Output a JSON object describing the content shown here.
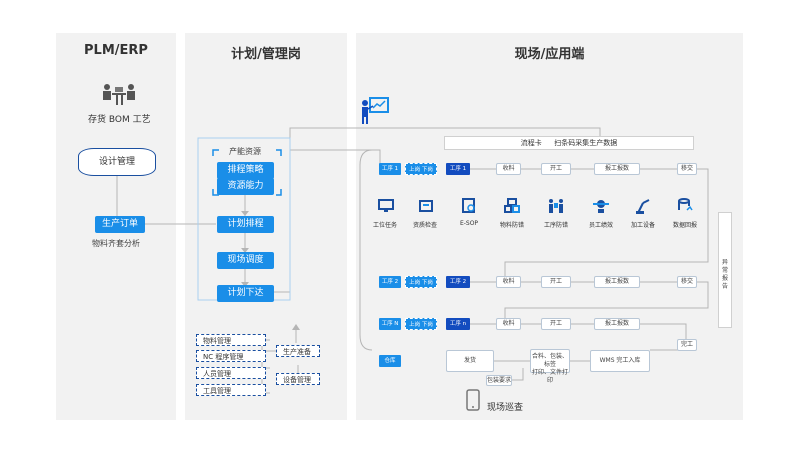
{
  "columns": {
    "plm": "PLM/ERP",
    "plan": "计划/管理岗",
    "site": "现场/应用端"
  },
  "plm": {
    "bom_label": "存货 BOM 工艺",
    "design_mgmt": "设计管理",
    "production_order": "生产订单",
    "material_analysis": "物料齐套分析"
  },
  "plan": {
    "capacity_resource": "产能资源",
    "scheduling_strategy": "排程策略",
    "resource_capacity": "资源能力",
    "plan_schedule": "计划排程",
    "site_dispatch": "现场调度",
    "plan_release": "计划下达",
    "mgmt_items": [
      "物料管理",
      "NC 程序管理",
      "人员管理",
      "工具管理"
    ],
    "production_prep": "生产准备",
    "equipment_mgmt": "设备管理"
  },
  "site": {
    "flow_card": "流程卡",
    "scan_collect": "扫条码采集生产数据",
    "rows": [
      {
        "proc": "工序 1",
        "shift": "上岗 下岗",
        "op": "工序 1",
        "receive": "收料",
        "start": "开工",
        "report": "报工报数",
        "end": "移交"
      },
      {
        "proc": "工序 2",
        "shift": "上岗 下岗",
        "op": "工序 2",
        "receive": "收料",
        "start": "开工",
        "report": "报工报数",
        "end": "移交"
      },
      {
        "proc": "工序 N",
        "shift": "上岗 下岗",
        "op": "工序 n",
        "receive": "收料",
        "start": "开工",
        "report": "报工报数",
        "end": "完工"
      }
    ],
    "functions": [
      "工位任务",
      "资质检查",
      "E-SOP",
      "物料防错",
      "工序防错",
      "员工绩效",
      "加工设备",
      "数据回报"
    ],
    "anomaly": "异常报告",
    "warehouse": "仓库",
    "ship": "发货",
    "pack_print": [
      "合料、包装、标签",
      "打印、文件打印"
    ],
    "wms": "WMS 完工入库",
    "pack_req": "包装要求",
    "inspection": "现场巡查"
  },
  "colors": {
    "primary": "#1a8ee8",
    "dark": "#134cbf",
    "panel": "#f2f2f2",
    "line": "#b0b0b0"
  }
}
